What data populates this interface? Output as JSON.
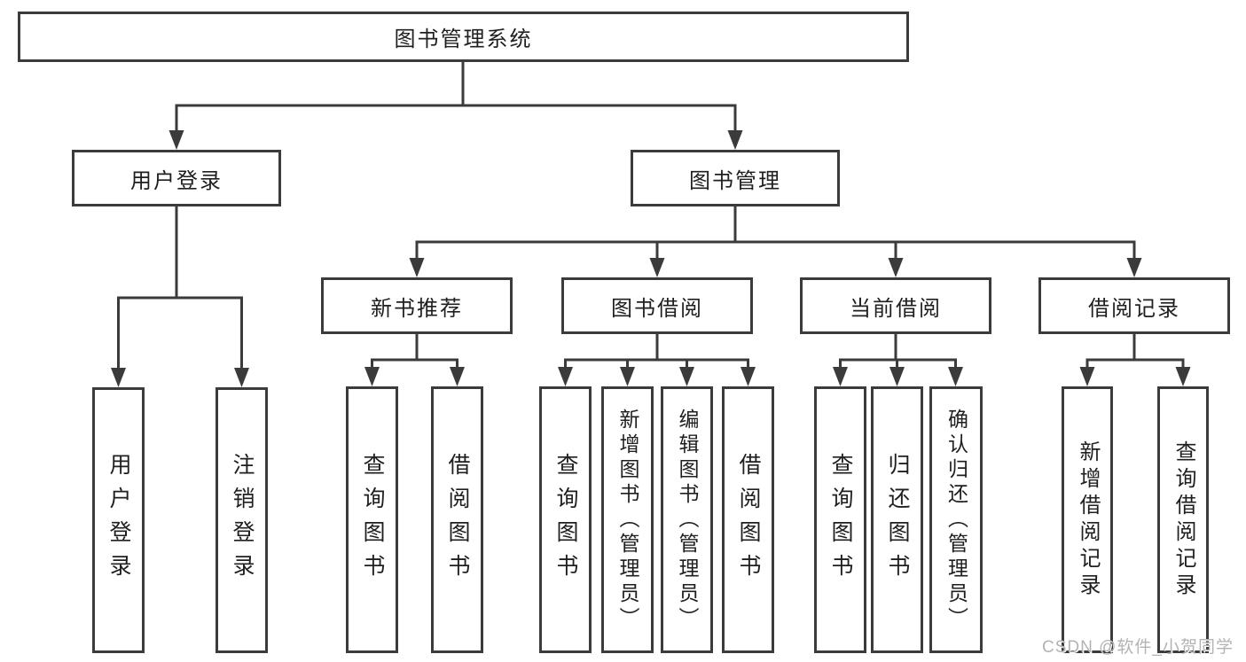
{
  "diagram": {
    "root": {
      "label": "图书管理系统"
    },
    "level2": [
      {
        "label": "用户登录"
      },
      {
        "label": "图书管理"
      }
    ],
    "level3": [
      {
        "label": "新书推荐"
      },
      {
        "label": "图书借阅"
      },
      {
        "label": "当前借阅"
      },
      {
        "label": "借阅记录"
      }
    ],
    "leaves": {
      "user_login": [
        "用户登录",
        "注销登录"
      ],
      "new_book": [
        "查询图书",
        "借阅图书"
      ],
      "borrow": [
        "查询图书",
        "新增图书（管理员）",
        "编辑图书（管理员）",
        "借阅图书"
      ],
      "current": [
        "查询图书",
        "归还图书",
        "确认归还（管理员）"
      ],
      "records": [
        "新增借阅记录",
        "查询借阅记录"
      ]
    }
  },
  "watermark": {
    "text": "CSDN @软件_小贺同学"
  },
  "colors": {
    "line": "#3b3b3b",
    "border": "#3b3b3b",
    "text": "#1f1f1f",
    "background": "#ffffff",
    "watermark": "#b3b3b3"
  }
}
